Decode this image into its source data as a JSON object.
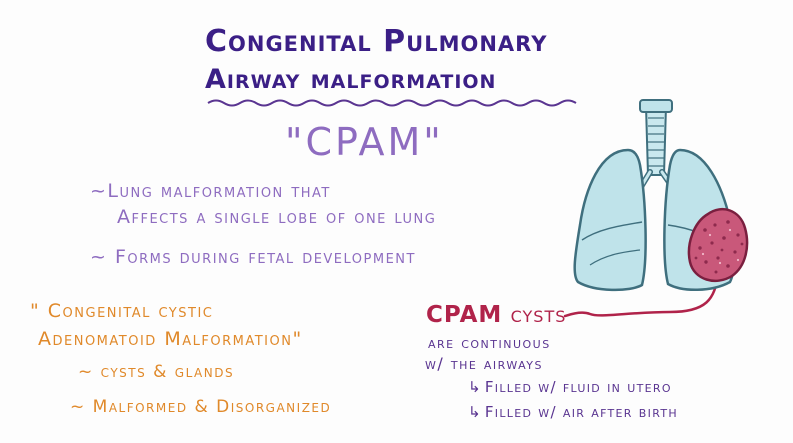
{
  "title": {
    "line1": "Congenital Pulmonary",
    "line2": "Airway malformation",
    "abbreviation": "\"CPAM\""
  },
  "definition": {
    "bullet1_line1": "~Lung malformation that",
    "bullet1_line2": "Affects a single lobe of one lung",
    "bullet2": "~ Forms during fetal development"
  },
  "alternate_name": {
    "line1": "\" Congenital cystic",
    "line2": "Adenomatoid Malformation\"",
    "sub1": "~ cysts & glands",
    "sub2": "~ Malformed & Disorganized"
  },
  "cysts_note": {
    "title_bold": "CPAM",
    "title_rest": " cysts",
    "line1": "are continuous",
    "line2": "w/ the airways",
    "filled1": "Filled w/ fluid in utero",
    "filled2": "Filled w/ air after birth"
  },
  "colors": {
    "title": "#3b1f86",
    "lilac": "#8e6cc0",
    "orange": "#e0892a",
    "crimson": "#b0234a",
    "lung": "#bfe3ea",
    "lung_outline": "#3f6f7e",
    "cyst": "#c9587a"
  }
}
